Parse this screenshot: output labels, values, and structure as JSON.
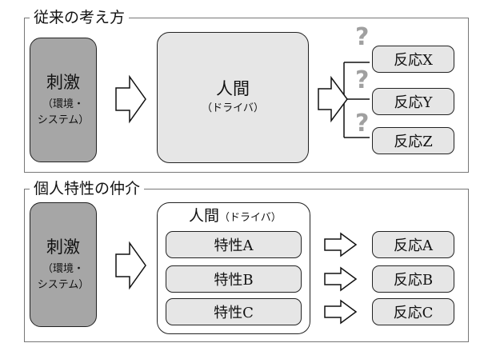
{
  "conventional": {
    "title": "従来の考え方",
    "stimulus": {
      "main": "刺激",
      "sub1": "（環境・",
      "sub2": "システム）"
    },
    "human": {
      "main": "人間",
      "sub": "（ドライバ）"
    },
    "question_mark": "?",
    "responses": [
      "反応X",
      "反応Y",
      "反応Z"
    ]
  },
  "mediation": {
    "title": "個人特性の仲介",
    "stimulus": {
      "main": "刺激",
      "sub1": "（環境・",
      "sub2": "システム）"
    },
    "human": {
      "main": "人間",
      "sub": "（ドライバ）"
    },
    "traits": [
      "特性A",
      "特性B",
      "特性C"
    ],
    "responses": [
      "反応A",
      "反応B",
      "反応C"
    ]
  },
  "colors": {
    "stimulus_fill": "#a6a6a6",
    "box_fill": "#e6e6e6",
    "question_mark": "#a0a0a0",
    "outline": "#222222"
  }
}
